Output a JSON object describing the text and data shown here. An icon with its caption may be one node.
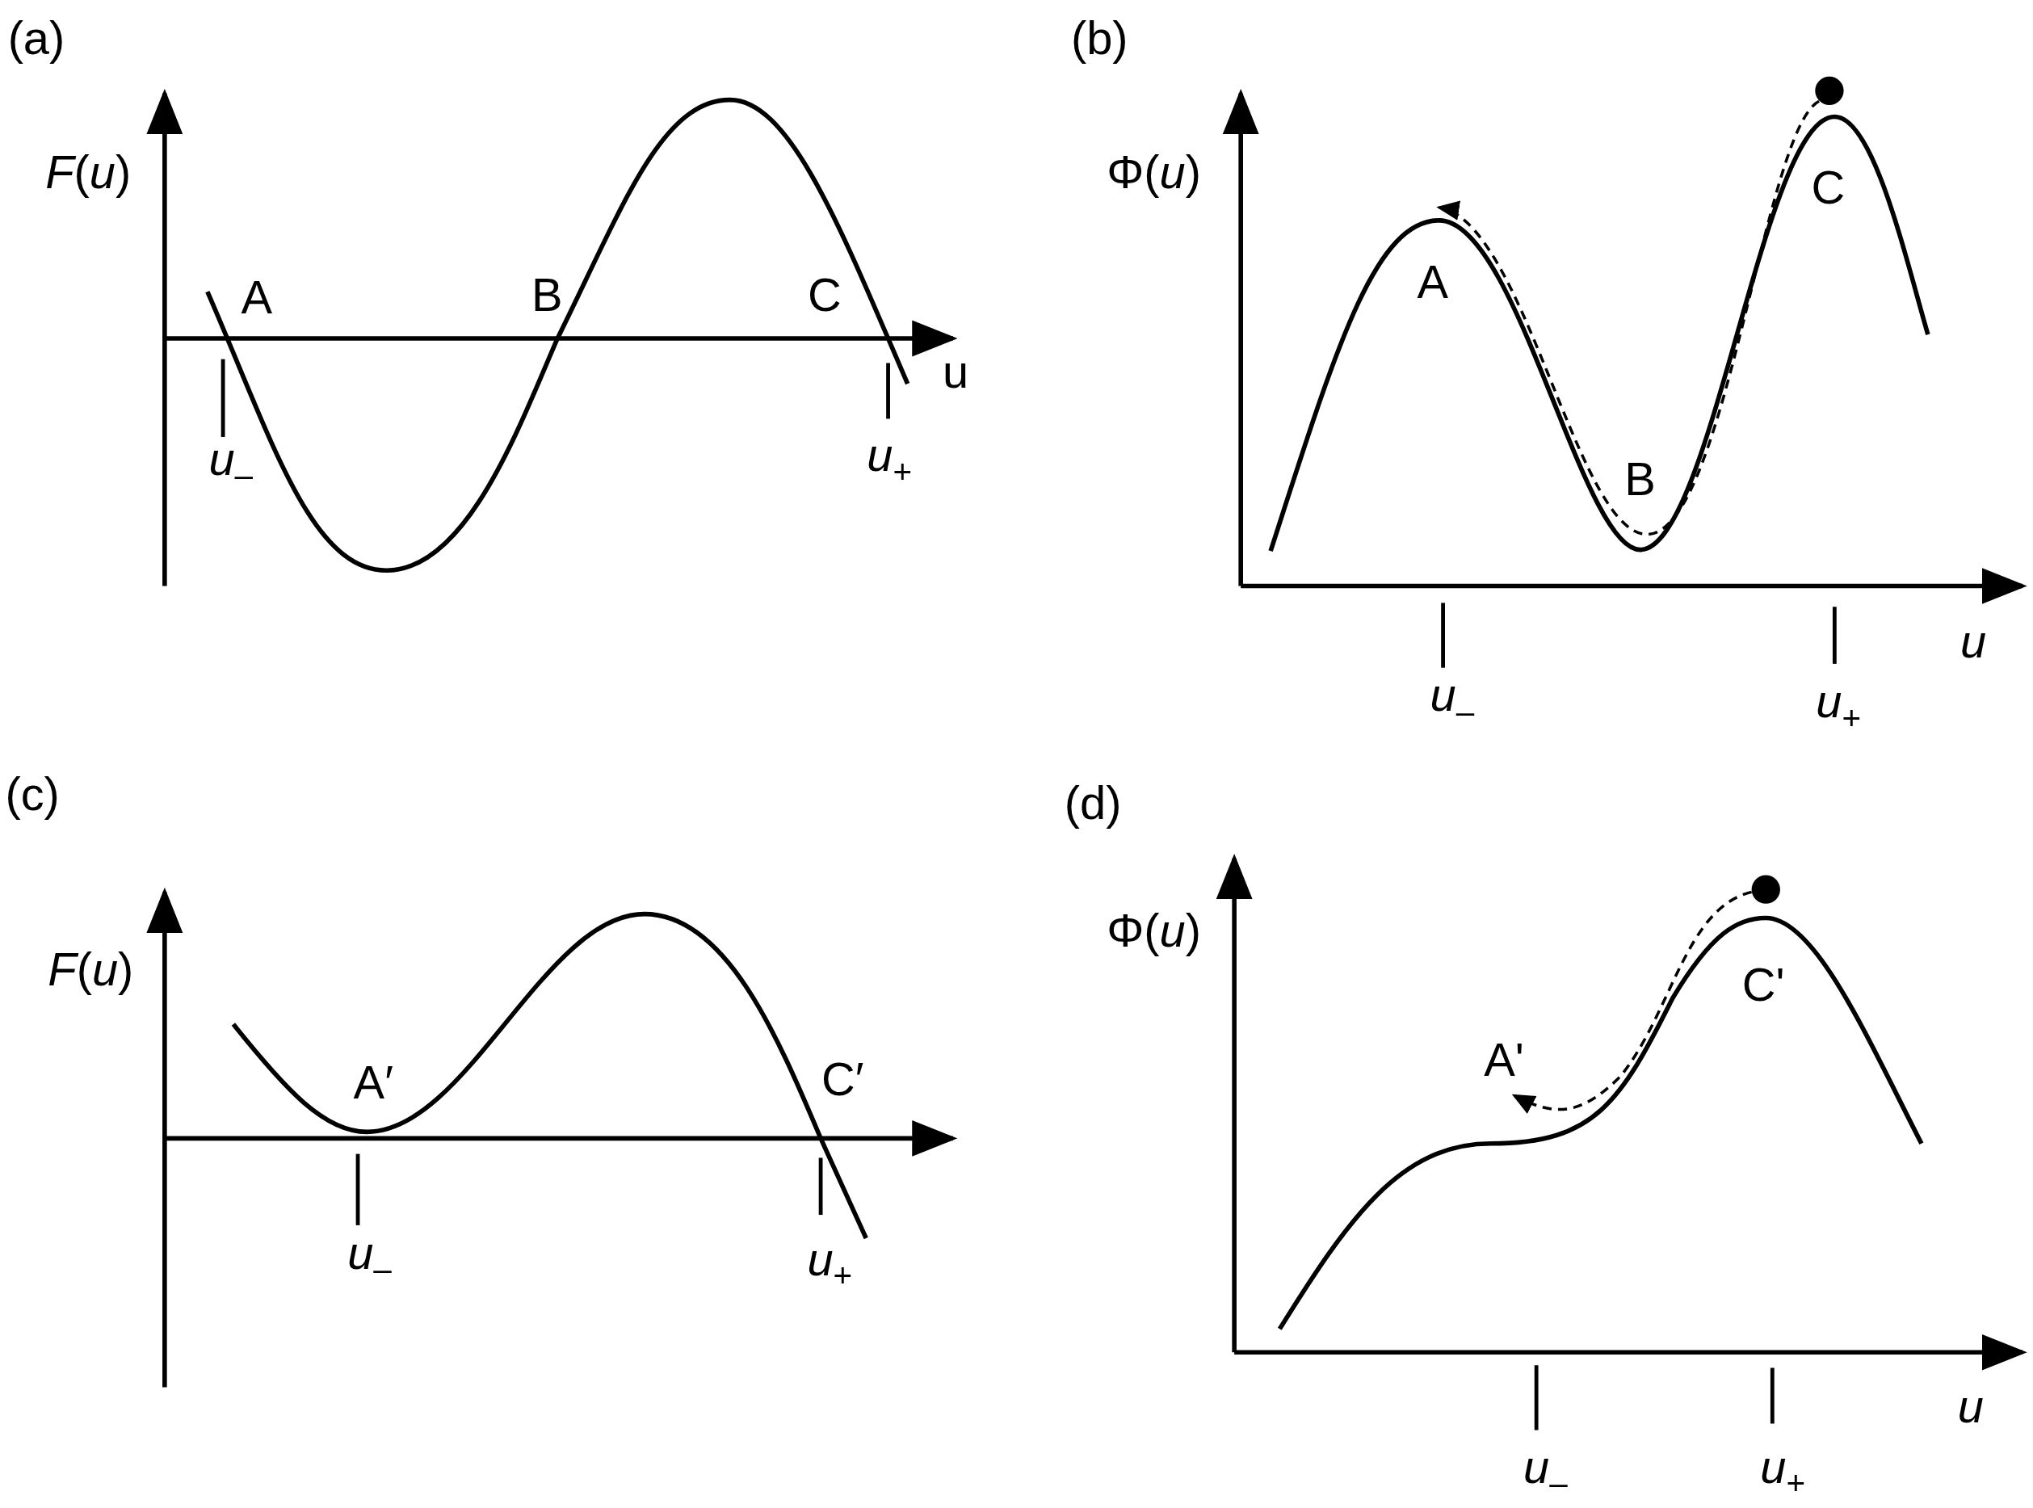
{
  "diagram": {
    "nodes": [
      {
        "text": [],
        "shape": "circle"
      },
      {
        "text": [],
        "shape": "circle"
      },
      {
        "text": [
          "A"
        ]
      },
      {
        "text": [
          "A'"
        ]
      }
    ],
    "edges": [
      {
        "from": 0,
        "to": 2,
        "arrow": "to",
        "style": "dashed"
      },
      {
        "from": 1,
        "to": 3,
        "arrow": "to",
        "style": "dashed"
      }
    ],
    "labels": [
      "(a)",
      "*F*(*u*)",
      "A",
      "B",
      "C",
      "u",
      "*u*$_{–}$",
      "*u*$_{+}$",
      "(b)",
      "Φ(*u*)",
      "C",
      "B",
      "*u*",
      "*u*$_{–}$",
      "*u*$_{+}$",
      "(c)",
      "*F*(*u*)",
      "A′",
      "C′",
      "*u*$_{–}$",
      "*u*$_{+}$",
      "(d)",
      "Φ(*u*)",
      "C'",
      "*u*",
      "*u*$_{–}$",
      "*u*$_{+}$"
    ]
  }
}
